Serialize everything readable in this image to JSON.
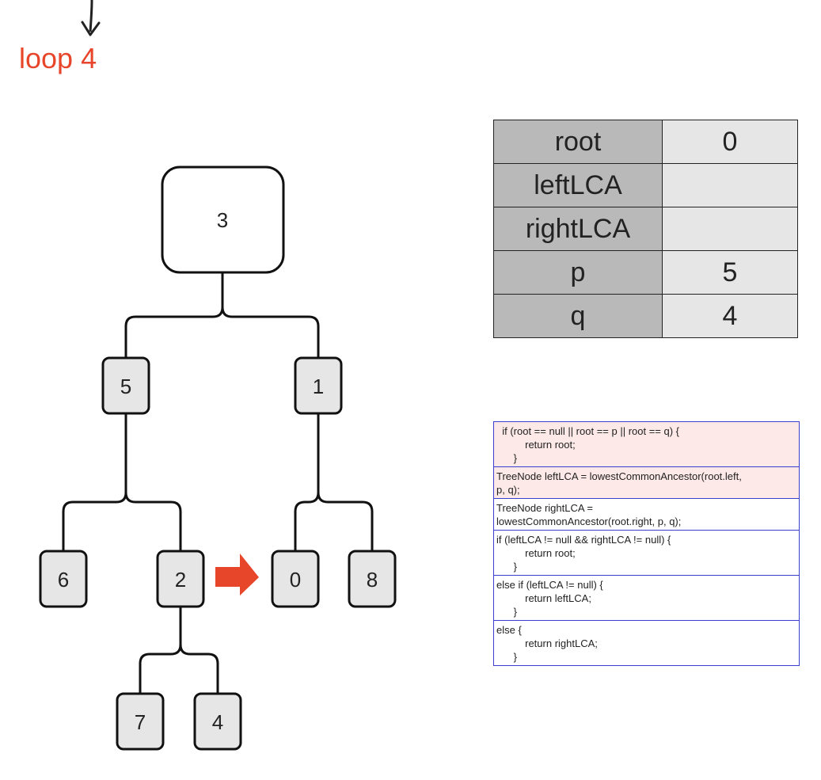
{
  "loop_title": "loop 4",
  "tree": {
    "nodes": {
      "n3": "3",
      "n5": "5",
      "n1": "1",
      "n6": "6",
      "n2": "2",
      "n0": "0",
      "n8": "8",
      "n7": "7",
      "n4": "4"
    },
    "current_node": "0",
    "arrow_color": "#e8462b"
  },
  "variables": [
    {
      "name": "root",
      "value": "0"
    },
    {
      "name": "leftLCA",
      "value": ""
    },
    {
      "name": "rightLCA",
      "value": ""
    },
    {
      "name": "p",
      "value": "5"
    },
    {
      "name": "q",
      "value": "4"
    }
  ],
  "code_blocks": [
    {
      "highlighted": true,
      "lines": [
        "  if (root == null || root == p || root == q) {",
        "          return root;",
        "      }"
      ]
    },
    {
      "highlighted": true,
      "lines": [
        "TreeNode leftLCA = lowestCommonAncestor(root.left,",
        "p, q);"
      ]
    },
    {
      "highlighted": false,
      "lines": [
        "TreeNode rightLCA =",
        "lowestCommonAncestor(root.right, p, q);"
      ]
    },
    {
      "highlighted": false,
      "lines": [
        "if (leftLCA != null && rightLCA != null) {",
        "          return root;",
        "      }"
      ]
    },
    {
      "highlighted": false,
      "lines": [
        "else if (leftLCA != null) {",
        "          return leftLCA;",
        "      }"
      ]
    },
    {
      "highlighted": false,
      "lines": [
        "else {",
        "          return rightLCA;",
        "      }"
      ]
    }
  ],
  "colors": {
    "accent": "#e8462b",
    "node_fill": "#e6e6e6",
    "code_border": "#3b3fd0",
    "code_highlight": "#fde9e7"
  }
}
